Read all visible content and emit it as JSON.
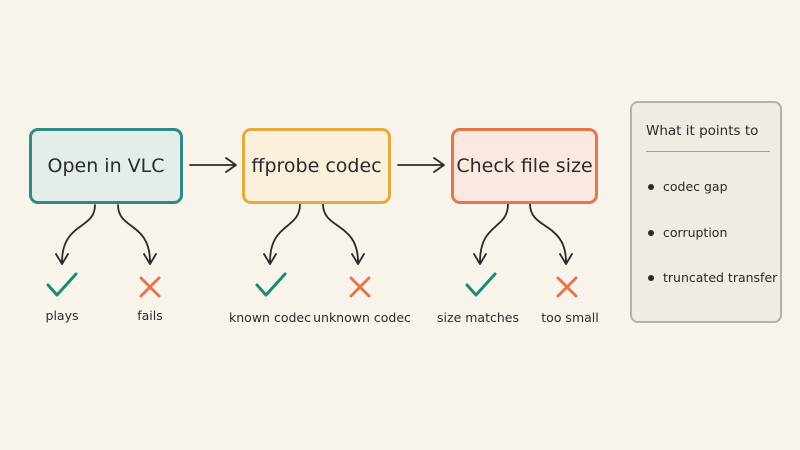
{
  "steps": [
    {
      "label": "Open in VLC",
      "pass_label": "plays",
      "fail_label": "fails"
    },
    {
      "label": "ffprobe codec",
      "pass_label": "known codec",
      "fail_label": "unknown codec"
    },
    {
      "label": "Check file size",
      "pass_label": "size matches",
      "fail_label": "too small"
    }
  ],
  "legend": {
    "title": "What it points to",
    "items": [
      "codec gap",
      "corruption",
      "truncated transfer"
    ]
  },
  "colors": {
    "step1": "#2e8b84",
    "step2": "#e6a93a",
    "step3": "#e8744a",
    "pass": "#1f8a74",
    "fail": "#e8744a",
    "ink": "#2a2a2a"
  }
}
